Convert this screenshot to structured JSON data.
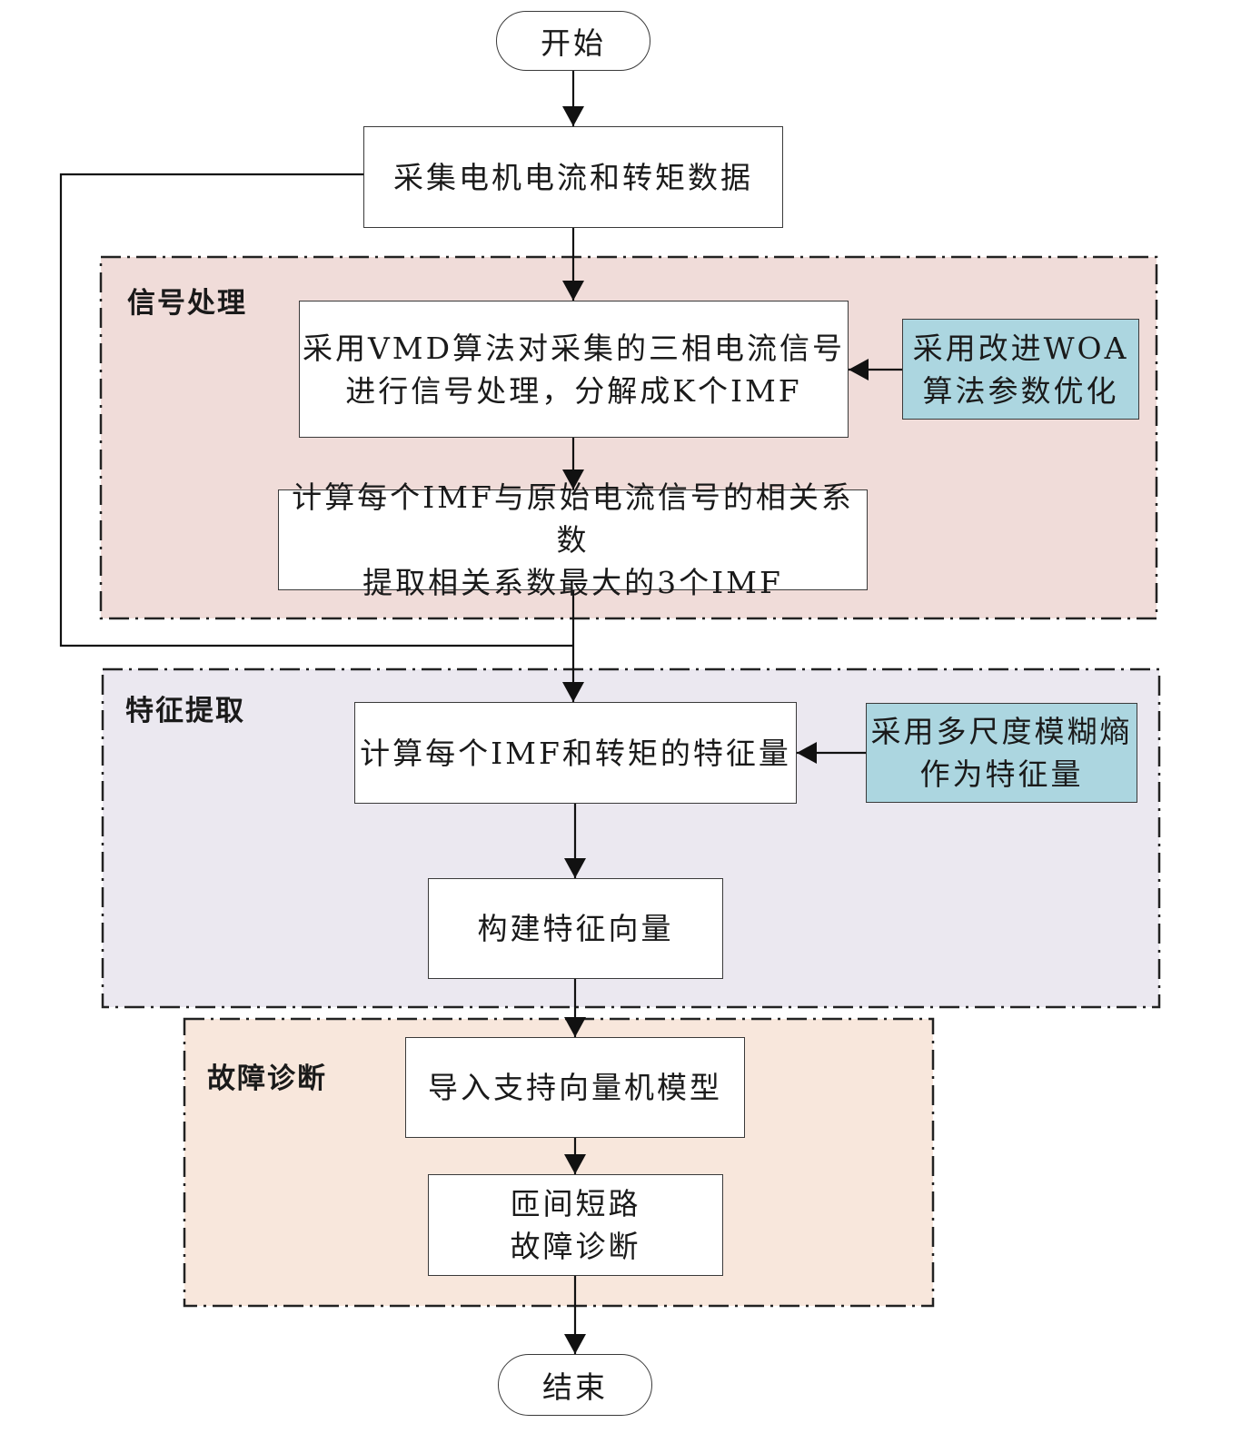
{
  "start": "开始",
  "end": "结束",
  "acquire": "采集电机电流和转矩数据",
  "signal_processing": {
    "label": "信号处理",
    "vmd": [
      "采用VMD算法对采集的三相电流信号",
      "进行信号处理，分解成K个IMF"
    ],
    "woa": [
      "采用改进WOA",
      "算法参数优化"
    ],
    "correlation": [
      "计算每个IMF与原始电流信号的相关系数",
      "提取相关系数最大的3个IMF"
    ]
  },
  "feature_extraction": {
    "label": "特征提取",
    "compute": "计算每个IMF和转矩的特征量",
    "entropy": [
      "采用多尺度模糊熵",
      "作为特征量"
    ],
    "vector": "构建特征向量"
  },
  "fault_diagnosis": {
    "label": "故障诊断",
    "svm": "导入支持向量机模型",
    "result": [
      "匝间短路",
      "故障诊断"
    ]
  },
  "colors": {
    "signal_region": "#f0dcd9",
    "feature_region": "#ebe8f0",
    "fault_region": "#f8e7dc",
    "note_box": "#acd6e0"
  }
}
